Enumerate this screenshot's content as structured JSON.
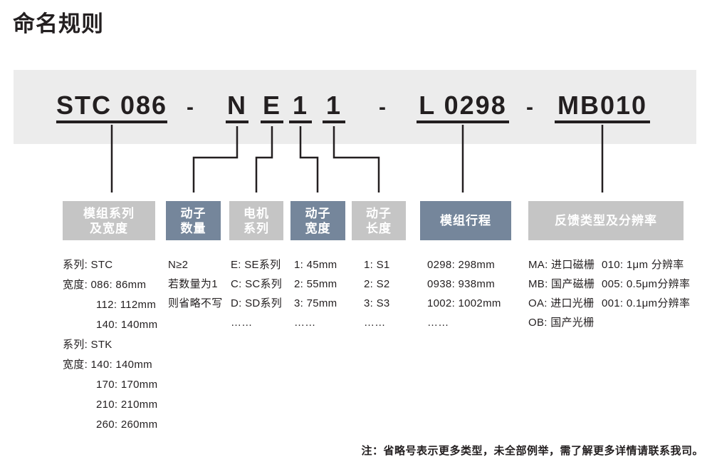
{
  "title": "命名规则",
  "code": {
    "separator": "-",
    "segments": [
      {
        "text": "STC 086"
      },
      {
        "text": "N"
      },
      {
        "text": "E"
      },
      {
        "text": "1"
      },
      {
        "text": "1"
      },
      {
        "text": "L 0298"
      },
      {
        "text": "MB010"
      }
    ]
  },
  "groups": [
    {
      "label": "模组系列\n及宽度",
      "style": "gray",
      "details": [
        "系列: STC",
        "宽度: 086: 86mm",
        "112: 112mm",
        "140: 140mm",
        "系列: STK",
        "宽度: 140: 140mm",
        "170: 170mm",
        "210: 210mm",
        "260: 260mm"
      ]
    },
    {
      "label": "动子\n数量",
      "style": "blue",
      "details": [
        "N≥2",
        "若数量为1",
        "则省略不写"
      ]
    },
    {
      "label": "电机\n系列",
      "style": "gray",
      "details": [
        "E: SE系列",
        "C: SC系列",
        "D: SD系列",
        "……"
      ]
    },
    {
      "label": "动子\n宽度",
      "style": "blue",
      "details": [
        "1: 45mm",
        "2: 55mm",
        "3: 75mm",
        "……"
      ]
    },
    {
      "label": "动子\n长度",
      "style": "gray",
      "details": [
        "1: S1",
        "2: S2",
        "3: S3",
        "……"
      ]
    },
    {
      "label": "模组行程",
      "style": "blue",
      "details": [
        "0298: 298mm",
        "0938: 938mm",
        "1002: 1002mm",
        "……"
      ]
    },
    {
      "label": "反馈类型及分辨率",
      "style": "gray",
      "details_left": [
        "MA: 进口磁栅",
        "MB: 国产磁栅",
        "OA: 进口光栅",
        "OB: 国产光栅"
      ],
      "details_right": [
        "010: 1μm 分辨率",
        "005: 0.5μm分辨率",
        "001: 0.1μm分辨率"
      ]
    }
  ],
  "note": "注：省略号表示更多类型，未全部例举，需了解更多详情请联系我司。",
  "colors": {
    "panel": "#ececec",
    "box_gray": "#c5c5c5",
    "box_blue": "#75869b",
    "ink": "#231f20"
  }
}
